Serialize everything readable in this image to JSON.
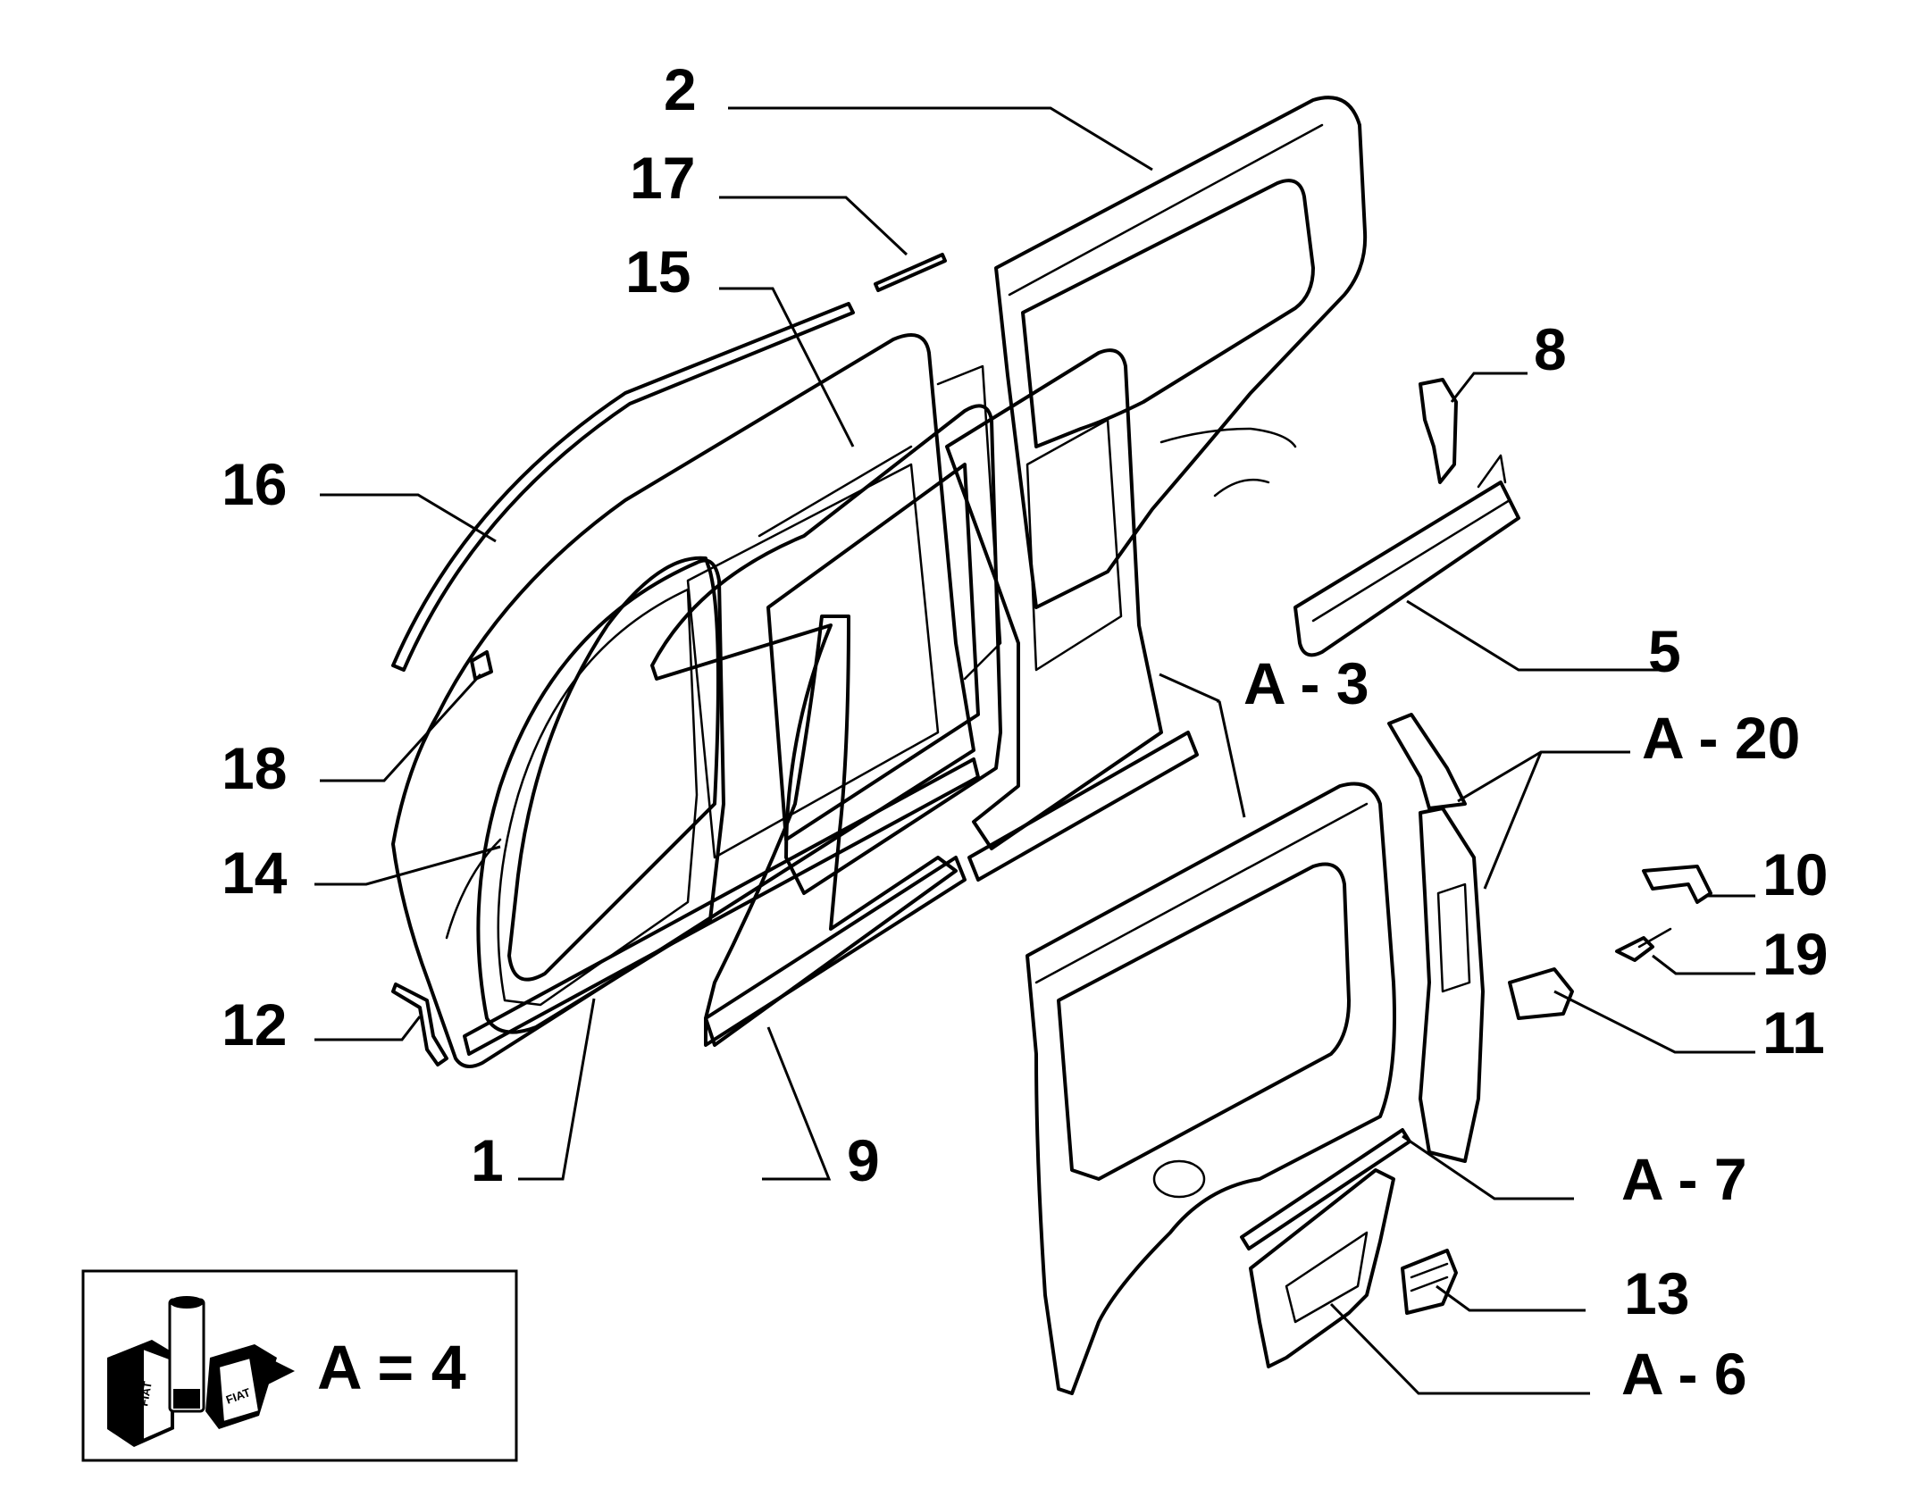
{
  "labels": {
    "p1": "1",
    "p2": "2",
    "p5": "5",
    "p8": "8",
    "p9": "9",
    "p10": "10",
    "p11": "11",
    "p12": "12",
    "p13": "13",
    "p14": "14",
    "p15": "15",
    "p16": "16",
    "p17": "17",
    "p18": "18",
    "p19": "19",
    "a3": "A - 3",
    "a6": "A - 6",
    "a7": "A - 7",
    "a20": "A - 20"
  },
  "legend": {
    "text": "A = 4",
    "icon": "adhesive-can-icon",
    "brand": "FIAT"
  }
}
